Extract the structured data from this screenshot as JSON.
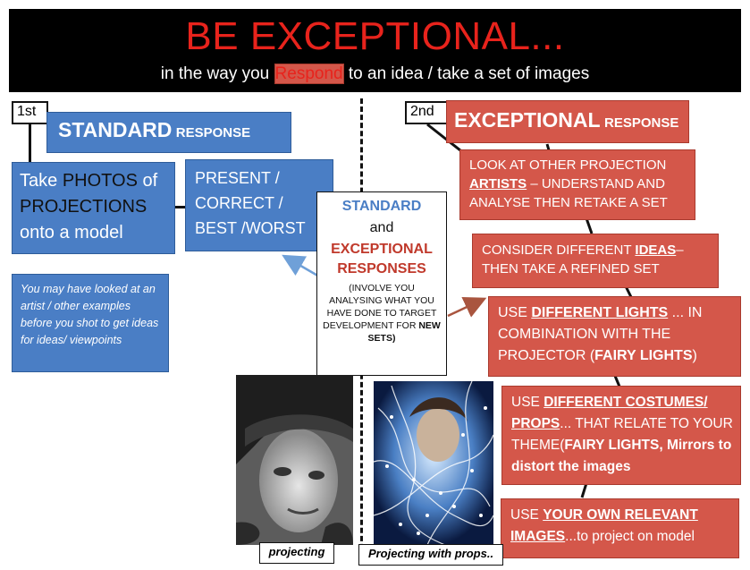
{
  "header": {
    "title": "BE EXCEPTIONAL...",
    "subtitle_pre": "in the way you ",
    "subtitle_highlight": "Respond",
    "subtitle_post": " to an idea / take a set of images"
  },
  "left": {
    "tag": "1st",
    "standard_word": "STANDARD",
    "response_word": "RESPONSE",
    "take_photos_1": "Take ",
    "take_photos_2": "PHOTOS",
    "take_photos_3": " of",
    "take_photos_4": "PROJECTIONS",
    "take_photos_5": "onto a model",
    "present_1": "PRESENT /",
    "present_2": "CORRECT /",
    "present_3": "BEST /WORST",
    "note": "You may have looked at an artist / other examples before you shot to get ideas for ideas/ viewpoints"
  },
  "center": {
    "standard": "STANDARD",
    "and": "and",
    "exceptional": "EXCEPTIONAL",
    "responses": "RESPONSES",
    "involve": "(INVOLVE YOU ANALYSING WHAT YOU HAVE DONE TO TARGET DEVELOPMENT FOR ",
    "new_sets": "NEW SETS)"
  },
  "right": {
    "tag": "2nd",
    "exceptional_word": "EXCEPTIONAL",
    "response_word": "RESPONSE",
    "box1_a": "LOOK AT OTHER PROJECTION",
    "box1_b": "ARTISTS",
    "box1_c": " – UNDERSTAND AND ANALYSE THEN RETAKE A SET",
    "box2_a": "CONSIDER DIFFERENT ",
    "box2_b": "IDEAS",
    "box2_c": "– THEN TAKE A REFINED SET",
    "box3_a": "USE ",
    "box3_b": "DIFFERENT LIGHTS",
    "box3_c": " ... IN COMBINATION WITH THE PROJECTOR (",
    "box3_d": "FAIRY LIGHTS",
    "box3_e": ")",
    "box4_a": "USE ",
    "box4_b": "DIFFERENT COSTUMES/ PROPS",
    "box4_c": "... THAT RELATE TO YOUR THEME(",
    "box4_d": "FAIRY LIGHTS, Mirrors to distort the images",
    "box5_a": "USE ",
    "box5_b": "YOUR OWN RELEVANT IMAGES",
    "box5_c": "...to project on model"
  },
  "captions": {
    "photo1": "projecting",
    "photo2": "Projecting with props.."
  },
  "colors": {
    "blue": "#4a7ec5",
    "red": "#d4574a",
    "title_red": "#e8231c"
  }
}
